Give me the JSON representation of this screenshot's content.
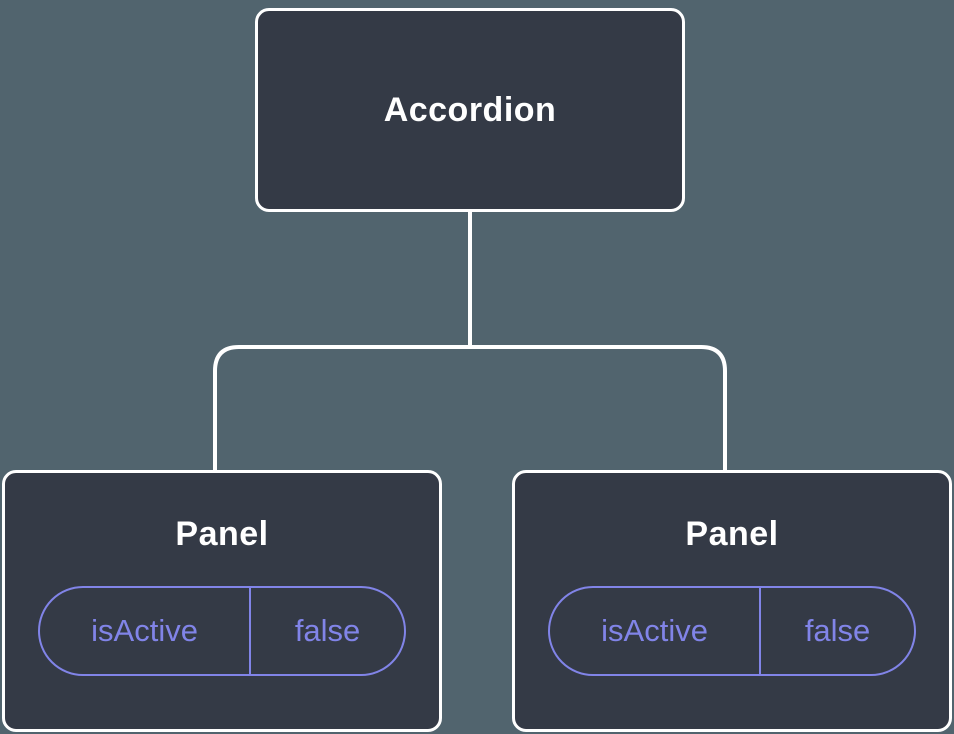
{
  "diagram": {
    "type": "component-tree",
    "root": {
      "label": "Accordion"
    },
    "children": [
      {
        "label": "Panel",
        "props": [
          {
            "name": "isActive",
            "value": "false"
          }
        ]
      },
      {
        "label": "Panel",
        "props": [
          {
            "name": "isActive",
            "value": "false"
          }
        ]
      }
    ]
  },
  "colors": {
    "background": "#51646e",
    "node_fill": "#343a46",
    "node_border": "#ffffff",
    "accent": "#8184e8",
    "text": "#ffffff"
  }
}
